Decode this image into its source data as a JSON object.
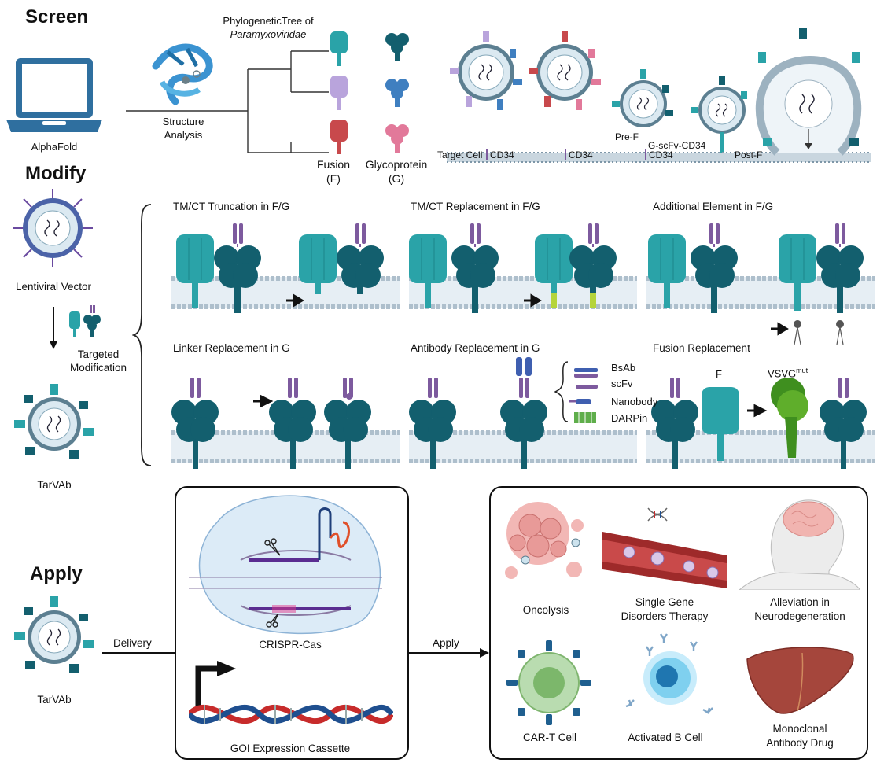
{
  "sections": {
    "screen": "Screen",
    "modify": "Modify",
    "apply": "Apply"
  },
  "screen": {
    "alphafold": "AlphaFold",
    "structure_analysis_line1": "Structure",
    "structure_analysis_line2": "Analysis",
    "phylo_line1": "PhylogeneticTree of",
    "phylo_line2": "Paramyxoviridae",
    "fusion_line1": "Fusion",
    "fusion_line2": "(F)",
    "glyco_line1": "Glycoprotein",
    "glyco_line2": "(G)",
    "pre_f": "Pre-F",
    "g_scfv": "G-scFv-CD34",
    "post_f": "Post-F",
    "target_cell": "Target  Cell",
    "cd34": "CD34"
  },
  "left": {
    "lentiviral_vector": "Lentiviral Vector",
    "targeted_line1": "Targeted",
    "targeted_line2": "Modification",
    "tarvab": "TarVAb",
    "tarvab2": "TarVAb",
    "delivery": "Delivery"
  },
  "modify_panels": {
    "tmct_truncation": "TM/CT Truncation in F/G",
    "tmct_replacement": "TM/CT Replacement in F/G",
    "additional_element": "Additional Element in F/G",
    "linker_replacement": "Linker Replacement in G",
    "antibody_replacement": "Antibody Replacement in G",
    "fusion_replacement": "Fusion Replacement",
    "bsab": "BsAb",
    "scfv": "scFv",
    "nanobody": "Nanobody",
    "darpin": "DARPin",
    "f": "F",
    "vsvg": "VSVG",
    "mut": "mut"
  },
  "apply": {
    "crispr": "CRISPR-Cas",
    "goi": "GOI Expression Cassette",
    "apply_label": "Apply",
    "oncolysis": "Oncolysis",
    "single_gene_line1": "Single Gene",
    "single_gene_line2": "Disorders Therapy",
    "alleviation_line1": "Alleviation in",
    "alleviation_line2": "Neurodegeneration",
    "cart": "CAR-T Cell",
    "activated_b": "Activated B Cell",
    "mab_line1": "Monoclonal",
    "mab_line2": "Antibody Drug"
  },
  "colors": {
    "teal": "#2aa3a8",
    "darkteal": "#135f6e",
    "purple": "#7d5a9e",
    "lavender": "#b9a4dc",
    "red": "#c8494c",
    "pink": "#e2799a",
    "blue": "#3f7fc0",
    "membrane": "#aebfcc",
    "green": "#3f8f1f",
    "lime": "#b5d43b"
  }
}
